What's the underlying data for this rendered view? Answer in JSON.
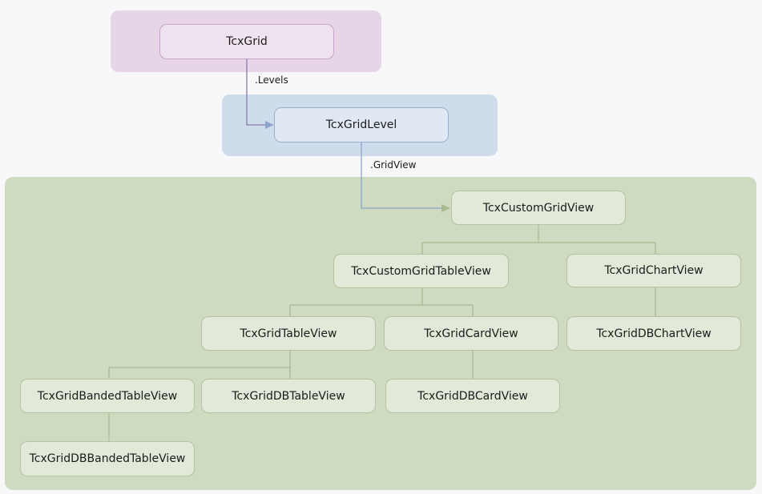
{
  "diagram": {
    "nodes": {
      "grid": "TcxGrid",
      "level": "TcxGridLevel",
      "custom_grid_view": "TcxCustomGridView",
      "custom_grid_table_view": "TcxCustomGridTableView",
      "grid_chart_view": "TcxGridChartView",
      "grid_table_view": "TcxGridTableView",
      "grid_card_view": "TcxGridCardView",
      "grid_db_chart_view": "TcxGridDBChartView",
      "grid_banded_table_view": "TcxGridBandedTableView",
      "grid_db_table_view": "TcxGridDBTableView",
      "grid_db_card_view": "TcxGridDBCardView",
      "grid_db_banded_table_view": "TcxGridDBBandedTableView"
    },
    "edge_labels": {
      "levels": ".Levels",
      "grid_view": ".GridView"
    },
    "colors": {
      "grid_region": "#e6d5e6",
      "level_region": "#cfdceb",
      "views_region": "#cfdbc1",
      "grid_connector": "#8a7aa8",
      "level_connector": "#8da4c9",
      "view_connector": "#a7b890"
    }
  }
}
